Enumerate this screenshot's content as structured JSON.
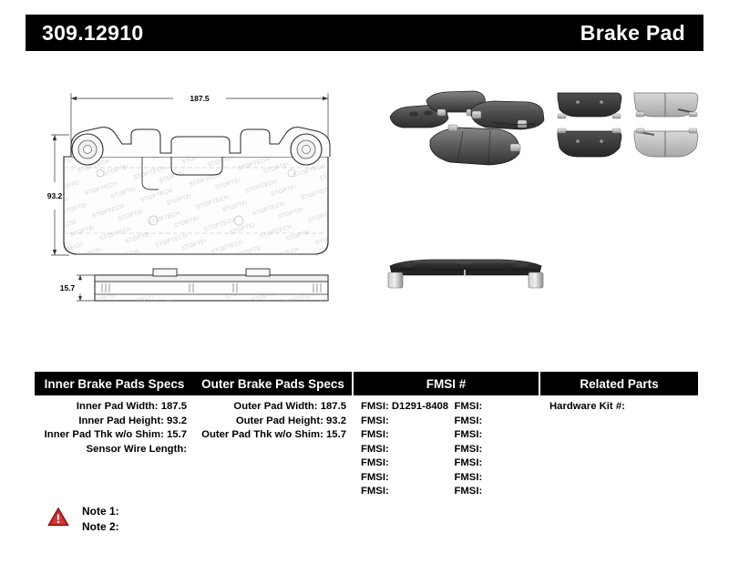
{
  "header": {
    "part_number": "309.12910",
    "title": "Brake Pad"
  },
  "drawing": {
    "dim_width_label": "187.5",
    "dim_height_label": "93.2",
    "dim_thickness_label": "15.7",
    "watermark_text": "STOPTECH"
  },
  "table": {
    "headers": {
      "inner": "Inner Brake Pads Specs",
      "outer": "Outer Brake Pads Specs",
      "fmsi": "FMSI #",
      "related": "Related Parts"
    },
    "inner_specs": [
      {
        "label": "Inner Pad Width:",
        "value": "187.5"
      },
      {
        "label": "Inner Pad Height:",
        "value": "93.2"
      },
      {
        "label": "Inner Pad Thk w/o Shim:",
        "value": "15.7"
      },
      {
        "label": "Sensor Wire Length:",
        "value": ""
      }
    ],
    "outer_specs": [
      {
        "label": "Outer Pad Width:",
        "value": "187.5"
      },
      {
        "label": "Outer Pad Height:",
        "value": "93.2"
      },
      {
        "label": "Outer Pad Thk w/o Shim:",
        "value": "15.7"
      }
    ],
    "fmsi_left": [
      {
        "label": "FMSI:",
        "value": "D1291-8408"
      },
      {
        "label": "FMSI:",
        "value": ""
      },
      {
        "label": "FMSI:",
        "value": ""
      },
      {
        "label": "FMSI:",
        "value": ""
      },
      {
        "label": "FMSI:",
        "value": ""
      },
      {
        "label": "FMSI:",
        "value": ""
      },
      {
        "label": "FMSI:",
        "value": ""
      }
    ],
    "fmsi_right": [
      {
        "label": "FMSI:",
        "value": ""
      },
      {
        "label": "FMSI:",
        "value": ""
      },
      {
        "label": "FMSI:",
        "value": ""
      },
      {
        "label": "FMSI:",
        "value": ""
      },
      {
        "label": "FMSI:",
        "value": ""
      },
      {
        "label": "FMSI:",
        "value": ""
      },
      {
        "label": "FMSI:",
        "value": ""
      }
    ],
    "related_parts": [
      {
        "label": "Hardware Kit #:",
        "value": ""
      }
    ]
  },
  "notes": {
    "icon": "warning-triangle-icon",
    "lines": [
      "Note 1:",
      "Note 2:"
    ]
  },
  "colors": {
    "header_bg": "#000000",
    "header_text": "#ffffff",
    "warning_red": "#cc2222",
    "page_bg": "#ffffff",
    "line": "#222222"
  }
}
